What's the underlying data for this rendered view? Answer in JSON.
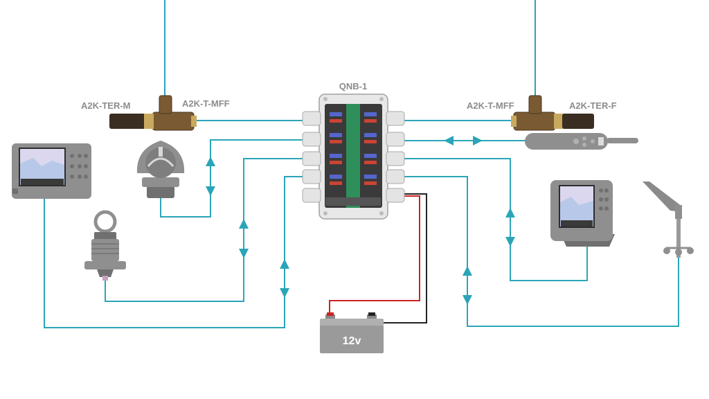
{
  "labels": {
    "hub": "QNB-1",
    "terminator_male": "A2K-TER-M",
    "tee_left": "A2K-T-MFF",
    "tee_right": "A2K-T-MFF",
    "terminator_female": "A2K-TER-F",
    "battery": "12v"
  },
  "colors": {
    "network_cable": "#2aa5b8",
    "power_positive": "#cc2222",
    "power_negative": "#222222",
    "device_grey": "#8f8f8f",
    "label_grey": "#8c8c8c"
  },
  "icons": [
    "chartplotter-icon",
    "compass-icon",
    "depth-transducer-icon",
    "autopilot-remote-icon",
    "wind-vane-icon",
    "battery-icon",
    "junction-box-icon",
    "t-connector-icon",
    "terminator-icon"
  ]
}
